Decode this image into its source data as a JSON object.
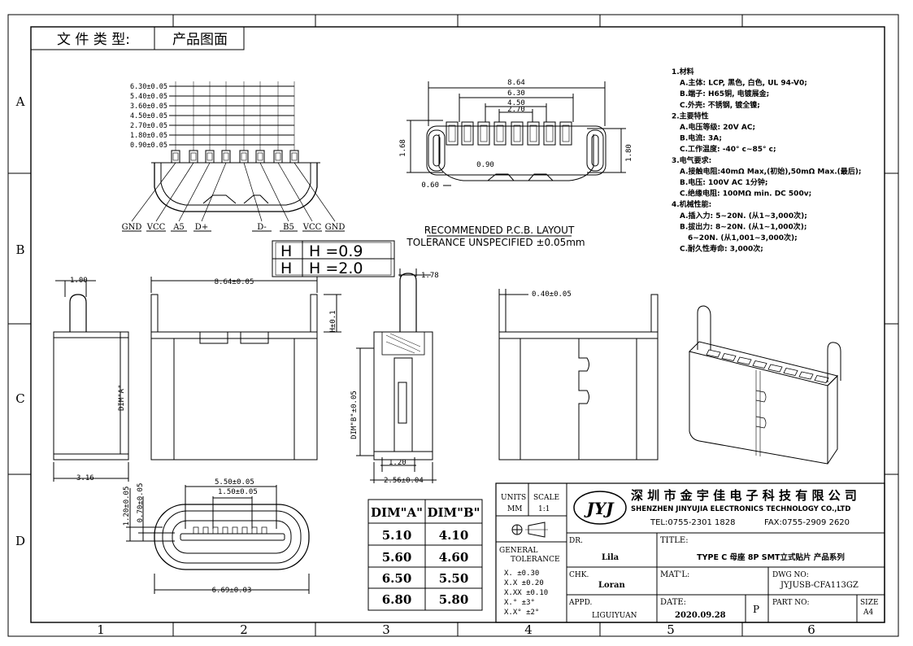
{
  "header": {
    "label": "文 件 类 型:",
    "value": "产品图面"
  },
  "zones": {
    "cols": [
      "1",
      "2",
      "3",
      "4",
      "5",
      "6"
    ],
    "rows": [
      "A",
      "B",
      "C",
      "D"
    ]
  },
  "pin_dims": [
    "6.30±0.05",
    "5.40±0.05",
    "3.60±0.05",
    "4.50±0.05",
    "2.70±0.05",
    "1.80±0.05",
    "0.90±0.05"
  ],
  "pin_labels": [
    "GND",
    "VCC",
    "A5",
    "D+",
    "D-",
    "B5",
    "VCC",
    "GND"
  ],
  "pcb": {
    "dims": [
      "8.64",
      "6.30",
      "4.50",
      "2.70"
    ],
    "d_168": "1.68",
    "d_180": "1.80",
    "d_060": "0.60",
    "d_090": "0.90",
    "title": "RECOMMENDED  P.C.B. LAYOUT",
    "tolerance": "TOLERANCE UNSPECIFIED ±0.05mm"
  },
  "h_table": [
    [
      "H",
      "H =0.9"
    ],
    [
      "H",
      "H =2.0"
    ]
  ],
  "views": {
    "w100": "1.00",
    "w864": "8.64±0.05",
    "h_label": "H±0.1",
    "dim_a": "DIM\"A\"",
    "w316": "3.16",
    "w178": "1.78",
    "dim_b": "DIM\"B\"±0.05",
    "w120": "1.20",
    "w256": "2.56±0.04",
    "w040": "0.40±0.05"
  },
  "bottom_view": {
    "d550": "5.50±0.05",
    "d150": "1.50±0.05",
    "d120": "1.20±0.05",
    "d070": "0.70±0.05",
    "d669": "6.69±0.03"
  },
  "dim_table": {
    "headers": [
      "DIM\"A\"",
      "DIM\"B\""
    ],
    "rows": [
      [
        "5.10",
        "4.10"
      ],
      [
        "5.60",
        "4.60"
      ],
      [
        "6.50",
        "5.50"
      ],
      [
        "6.80",
        "5.80"
      ]
    ]
  },
  "notes": [
    "1.材料",
    "A.主体: LCP, 黑色, 白色, UL 94-V0;",
    "B.端子: H65铜, 电镀展金;",
    "C.外壳: 不锈钢, 镀全镍;",
    "2.主要特性",
    "A.电压等级: 20V AC;",
    "B.电流: 3A;",
    "C.工作温度: -40° c~85° c;",
    "3.电气要求:",
    "A.接触电阻:40mΩ Max,(初始),50mΩ Max.(最后);",
    "B.电压: 100V AC 1分钟;",
    "C.绝缘电阻: 100MΩ min. DC 500v;",
    "4.机械性能:",
    "A.插入力: 5~20N. (从1~3,000次);",
    "B.拔出力: 8~20N. (从1~1,000次);",
    "6~20N. (从1,001~3,000次);",
    "C.耐久性寿命: 3,000次;"
  ],
  "title_block": {
    "units_label": "UNITS",
    "units_value": "MM",
    "scale_label": "SCALE",
    "scale_value": "1:1",
    "company_cn": "深 圳 市 金 宇 佳 电 子 科 技 有 限 公 司",
    "company_en": "SHENZHEN  JINYUJIA  ELECTRONICS TECHNOLOGY CO.,LTD",
    "tel": "TEL:0755-2301 1828",
    "fax": "FAX:0755-2909 2620",
    "logo": "JYJ",
    "gen_tol_1": "GENERAL",
    "gen_tol_2": "TOLERANCE",
    "tols": [
      "X.      ±0.30",
      "X.X     ±0.20",
      "X.XX    ±0.10",
      "X.°     ±3°",
      "X.X°    ±2°"
    ],
    "dr_label": "DR.",
    "dr_value": "Lila",
    "chk_label": "CHK.",
    "chk_value": "Loran",
    "appd_label": "APPD.",
    "appd_value": "LIGUIYUAN",
    "title_label": "TITLE:",
    "title_value": "TYPE C 母座 8P SMT立式贴片 产品系列",
    "matl_label": "MAT'L:",
    "dwg_label": "DWG NO:",
    "dwg_value": "JYJUSB-CFA113GZ",
    "date_label": "DATE:",
    "date_value": "2020.09.28",
    "p_label": "P",
    "part_label": "PART  NO:",
    "size_label": "SIZE",
    "size_value": "A4"
  }
}
